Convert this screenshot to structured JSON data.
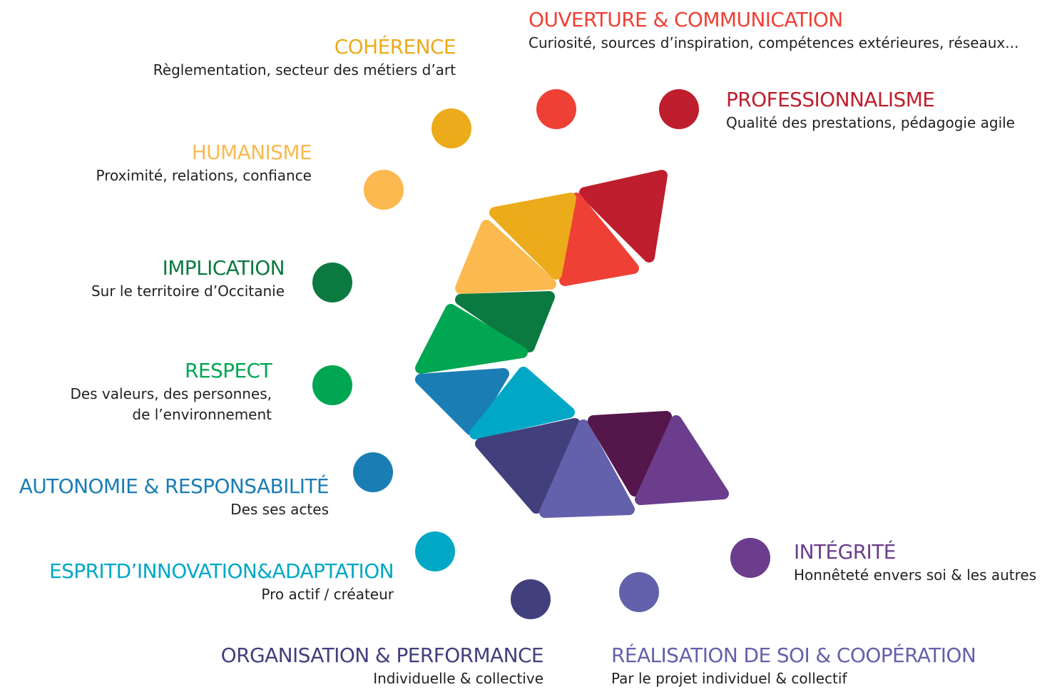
{
  "values": [
    {
      "key": "ouverture",
      "title": "OUVERTURE & COMMUNICATION",
      "description": "Curiosité, sources d’inspiration, compétences extérieures, réseaux...",
      "color": "#ef4035"
    },
    {
      "key": "coherence",
      "title": "COHÉRENCE",
      "description": "Règlementation, secteur des métiers d’art",
      "color": "#ecab1a"
    },
    {
      "key": "professionnalisme",
      "title": "PROFESSIONNALISME",
      "description": "Qualité des prestations, pédagogie agile",
      "color": "#be1e2d"
    },
    {
      "key": "humanisme",
      "title": "HUMANISME",
      "description": "Proximité, relations, confiance",
      "color": "#fbb94f"
    },
    {
      "key": "implication",
      "title": "IMPLICATION",
      "description": "Sur le territoire d’Occitanie",
      "color": "#0b7a40"
    },
    {
      "key": "respect",
      "title": "RESPECT",
      "description_lines": [
        "Des valeurs, des personnes,",
        "de l’environnement"
      ],
      "color": "#00a651"
    },
    {
      "key": "autonomie",
      "title": "AUTONOMIE & RESPONSABILITÉ",
      "description": "Des ses actes",
      "color": "#1a7db4"
    },
    {
      "key": "esprit",
      "title": "ESPRITD’INNOVATION&ADAPTATION",
      "description": "Pro actif / créateur",
      "color": "#00a8c6"
    },
    {
      "key": "integrite",
      "title": "INTÉGRITÉ",
      "description": "Honnêteté envers soi & les autres",
      "color": "#6b3d8c"
    },
    {
      "key": "organisation",
      "title": "ORGANISATION & PERFORMANCE",
      "description": "Individuelle & collective",
      "color": "#413f7c"
    },
    {
      "key": "realisation",
      "title": "RÉALISATION DE SOI & COOPÉRATION",
      "description": "Par le projet individuel & collectif",
      "color": "#6360ac"
    }
  ]
}
